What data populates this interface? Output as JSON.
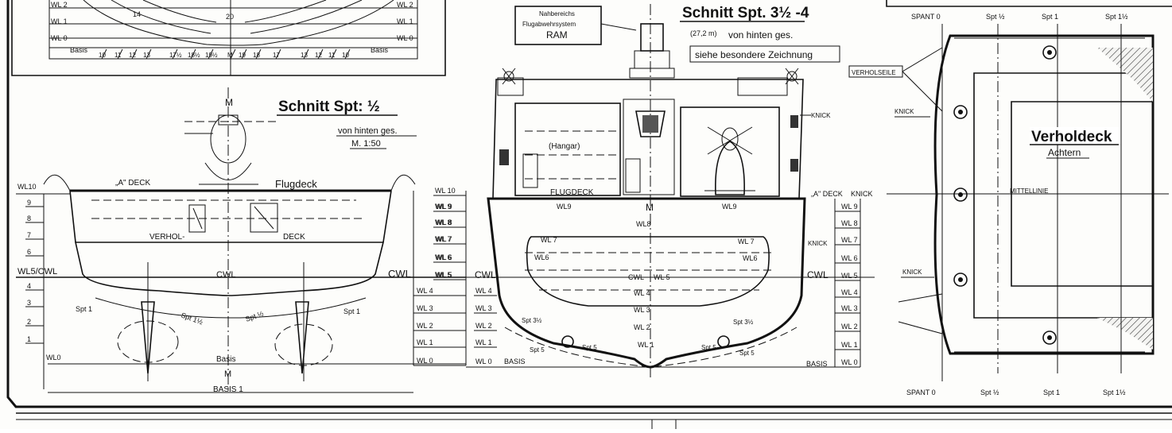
{
  "top_left_lines": [
    "WL 2",
    "WL 1",
    "WL 0"
  ],
  "top_left_lines_right": [
    "WL 2",
    "WL 1",
    "WL 0"
  ],
  "top_left_basis_left": "Basis",
  "top_left_basis_right": "Basis",
  "top_left_ticks": [
    "10",
    "11",
    "12",
    "13",
    "17½",
    "18½",
    "19½",
    "M",
    "19",
    "18",
    "17",
    "13",
    "12",
    "11",
    "10"
  ],
  "top_left_center_14": "14",
  "top_left_center_20": "20",
  "section_half": {
    "title": "Schnitt Spt: ½",
    "view": "von hinten ges.",
    "scale": "M. 1:50",
    "a_deck": "„A\" DECK",
    "flugdeck": "Flugdeck",
    "verhol_left": "VERHOL-",
    "verhol_right": "DECK",
    "cwl_center": "CWL",
    "cwl_right": "CWL",
    "wl_cwl_left": "WL5/CWL",
    "wl10_left": "WL10",
    "numbers_left": [
      "9",
      "8",
      "7",
      "6",
      "4",
      "3",
      "2",
      "1"
    ],
    "wl0_left": "WL0",
    "spt1_left": "Spt 1",
    "spt1_right": "Spt 1",
    "spt_1_half_left": "Spt 1½",
    "spt_half_right": "Spt ½",
    "basis": "Basis",
    "basis1": "BASIS 1",
    "m_top": "M",
    "m_bottom": "M",
    "wl_right": [
      "WL 10",
      "WL 9",
      "WL 8",
      "WL 7",
      "WL 6",
      "WL 5",
      "WL 4",
      "WL 3",
      "WL 2",
      "WL 1",
      "WL 0"
    ]
  },
  "section_3_5": {
    "title": "Schnitt Spt. 3½ -4",
    "distance": "(27,2 m)",
    "view": "von hinten ges.",
    "reference": "siehe besondere Zeichnung",
    "ram_line1": "Nahbereichs",
    "ram_line2": "Flugabwehrsystem",
    "ram_line3": "RAM",
    "hangar": "(Hangar)",
    "flugdeck": "FLUGDECK",
    "wl_left": [
      "WL 9",
      "WL 8",
      "WL 7",
      "WL 6",
      "WL 5",
      "WL 4",
      "WL 3",
      "WL 2",
      "WL 1",
      "WL 0"
    ],
    "wl_inner": [
      "WL9",
      "WL8",
      "WL9",
      "WL 7",
      "WL6",
      "WL 7",
      "WL6",
      "WL 5",
      "WL 4",
      "WL 3",
      "WL 2",
      "WL 1"
    ],
    "cwl_left": "CWL",
    "cwl_right": "CWL",
    "cwl_center": "CWL",
    "basis_left": "BASIS",
    "basis_right": "BASIS",
    "knick_top": "KNICK",
    "knick_mid": "KNICK",
    "knick_a_deck": "KNICK",
    "a_deck": "„A\" DECK",
    "spt_labels": [
      "Spt 3½",
      "Spt 3½",
      "Spt 5",
      "Spt 5",
      "Spt 5",
      "Spt 5"
    ],
    "m_mark": "M",
    "wl_right": [
      "WL 9",
      "WL 8",
      "WL 7",
      "WL 6",
      "WL 5",
      "WL 4",
      "WL 3",
      "WL 2",
      "WL 1",
      "WL 0"
    ]
  },
  "verholdeck": {
    "title": "Verholdeck",
    "subtitle": "Achtern",
    "verholseile": "VERHOLSEILE",
    "knick_upper": "KNICK",
    "knick_lower": "KNICK",
    "mittellinie": "MITTELLINIE",
    "spant_top": [
      "SPANT 0",
      "Spt ½",
      "Spt 1",
      "Spt 1½"
    ],
    "spant_bottom": [
      "SPANT 0",
      "Spt ½",
      "Spt 1",
      "Spt 1½"
    ]
  }
}
